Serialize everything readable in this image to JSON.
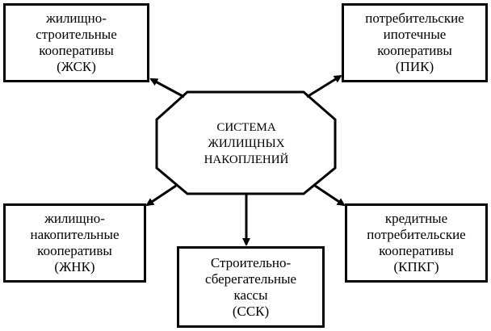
{
  "center": {
    "label": "СИСТЕМА\nЖИЛИЩНЫХ\nНАКОПЛЕНИЙ"
  },
  "nodes": {
    "zhsk": {
      "label": "жилищно-\nстроительные\nкооперативы\n(ЖСК)"
    },
    "pik": {
      "label": "потребительские\nипотечные\nкооперативы\n(ПИК)"
    },
    "zhnk": {
      "label": "жилищно-\nнакопительные\nкооперативы\n(ЖНК)"
    },
    "ssk": {
      "label": "Строительно-\nсберегательные\nкассы\n(ССК)"
    },
    "kpkg": {
      "label": "кредитные\nпотребительские\nкооперативы\n(КПКГ)"
    }
  }
}
